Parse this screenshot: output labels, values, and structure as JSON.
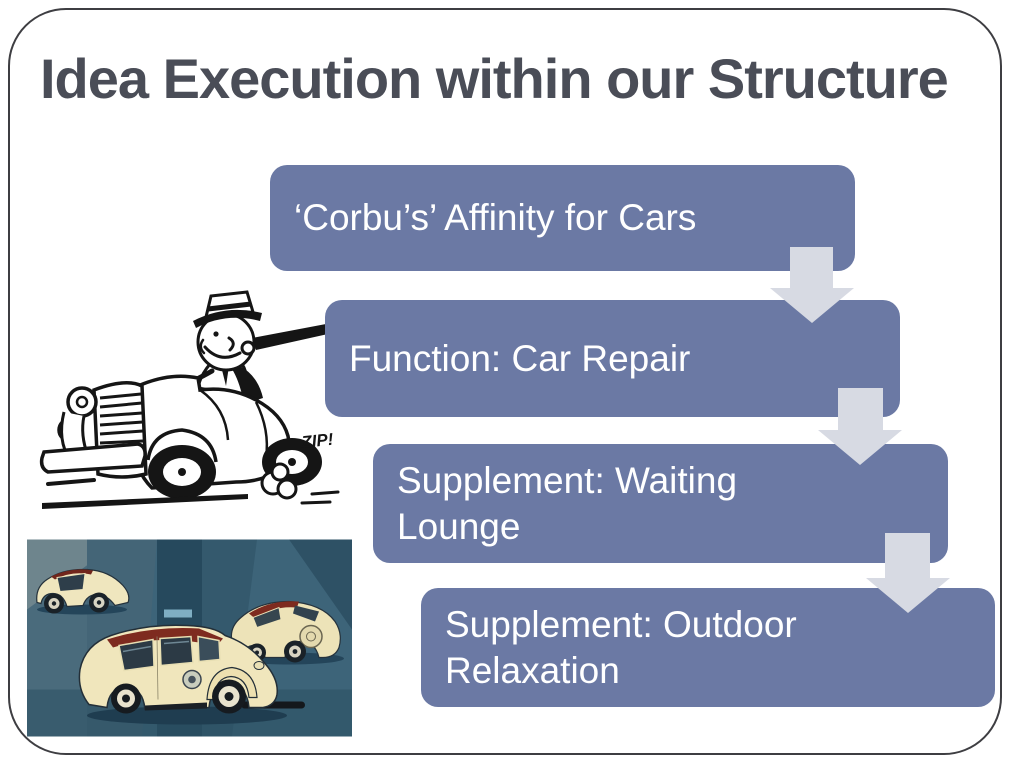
{
  "slide": {
    "title": "Idea Execution within our Structure",
    "process": {
      "steps": [
        {
          "label": "‘Corbu’s’ Affinity for Cars"
        },
        {
          "label": "Function: Car Repair"
        },
        {
          "label": "Supplement: Waiting Lounge"
        },
        {
          "label": "Supplement: Outdoor Relaxation"
        }
      ]
    },
    "images": {
      "cartoon": {
        "description": "Black-and-white cartoon of a smiling man in a hat driving a small vintage car with speed lines",
        "zip_text": "ZIP!"
      },
      "concept_cars": {
        "description": "Vintage color illustration of three cream streamlined Voiture Minimum concept cars on a teal background"
      }
    },
    "colors": {
      "step_fill": "#6B79A4",
      "step_text": "#FFFFFF",
      "arrow_fill": "#D7DAE3",
      "title_text": "#4A4D57",
      "slide_border": "#3E3E42",
      "picture_background": "#3A6376",
      "car_body": "#EFE5BB",
      "car_roof": "#7E2B1F"
    }
  }
}
